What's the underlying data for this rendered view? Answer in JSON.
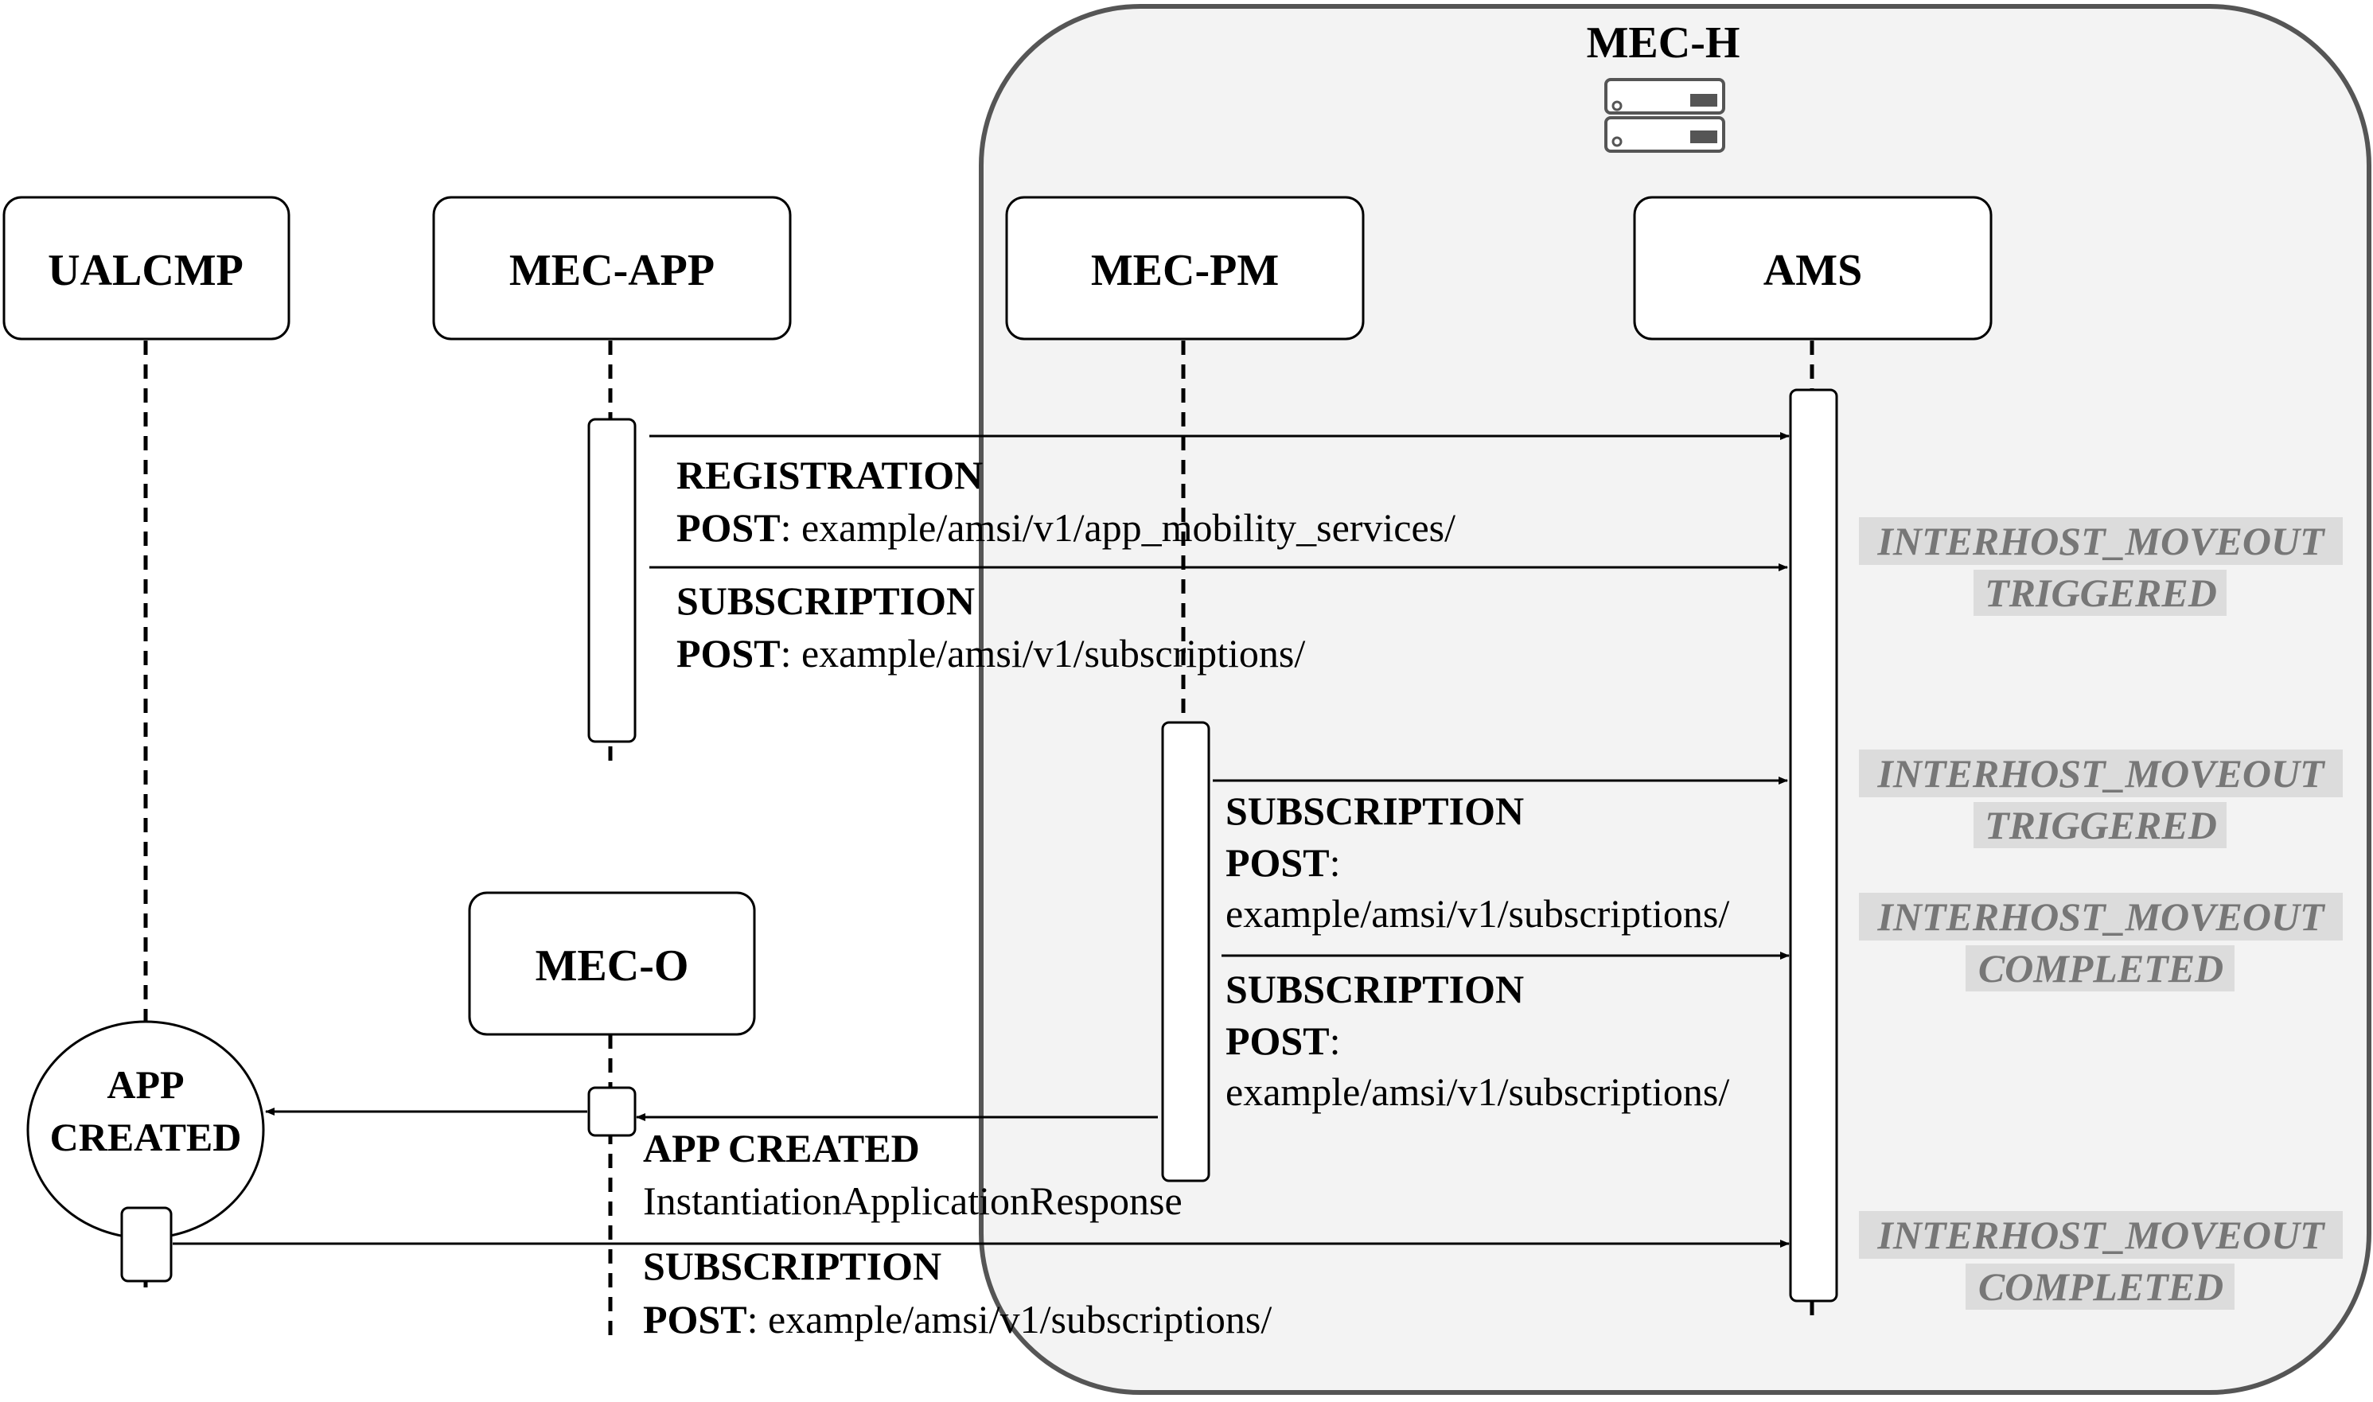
{
  "host": {
    "title": "MEC-H",
    "icon": "server-icon"
  },
  "participants": {
    "ualcmp": "UALCMP",
    "mec_app": "MEC-APP",
    "mec_pm": "MEC-PM",
    "ams": "AMS",
    "mec_o": "MEC-O"
  },
  "app_created_node": {
    "line1": "APP",
    "line2": "CREATED"
  },
  "messages": {
    "m1": {
      "title": "REGISTRATION",
      "verb": "POST",
      "path": ": example/amsi/v1/app_mobility_services/"
    },
    "m2": {
      "title": "SUBSCRIPTION",
      "verb": "POST",
      "path": ": example/amsi/v1/subscriptions/"
    },
    "m3": {
      "title": "SUBSCRIPTION",
      "verb": "POST",
      "sep": ":",
      "path": "example/amsi/v1/subscriptions/"
    },
    "m4": {
      "title": "SUBSCRIPTION",
      "verb": "POST",
      "sep": ":",
      "path": "example/amsi/v1/subscriptions/"
    },
    "m5": {
      "title": "APP CREATED",
      "path": "InstantiationApplicationResponse"
    },
    "m6": {
      "title": "SUBSCRIPTION",
      "verb": "POST",
      "path": ": example/amsi/v1/subscriptions/"
    }
  },
  "states": {
    "s1": {
      "line1": "INTERHOST_MOVEOUT",
      "line2": "TRIGGERED"
    },
    "s2": {
      "line1": "INTERHOST_MOVEOUT",
      "line2": "TRIGGERED"
    },
    "s3": {
      "line1": "INTERHOST_MOVEOUT",
      "line2": "COMPLETED"
    },
    "s4": {
      "line1": "INTERHOST_MOVEOUT",
      "line2": "COMPLETED"
    }
  },
  "colors": {
    "line": "#000000",
    "host_fill": "#f3f3f3",
    "host_stroke": "#555555",
    "state_bg": "#dcdcdc",
    "state_text": "#777777"
  }
}
